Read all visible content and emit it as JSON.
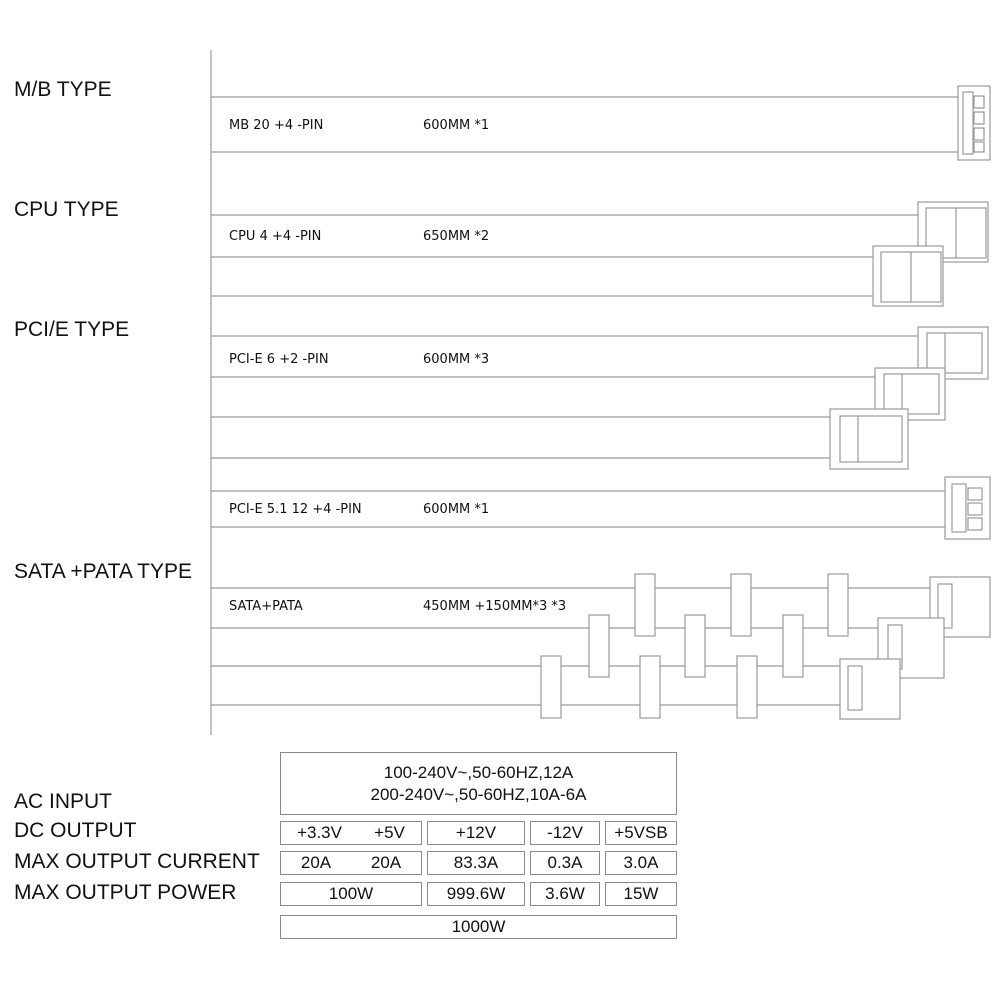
{
  "sections": {
    "mb": "M/B TYPE",
    "cpu": "CPU TYPE",
    "pcie": "PCI/E TYPE",
    "sata": "SATA +PATA TYPE"
  },
  "cables": [
    {
      "name": "MB 20 +4 -PIN",
      "length": "600MM  *1"
    },
    {
      "name": "CPU 4 +4 -PIN",
      "length": "650MM  *2"
    },
    {
      "name": "PCI-E 6 +2 -PIN",
      "length": "600MM  *3"
    },
    {
      "name": "PCI-E 5.1 12 +4 -PIN",
      "length": "600MM  *1"
    },
    {
      "name": "SATA+PATA",
      "length": "450MM +150MM*3  *3"
    }
  ],
  "specs": {
    "labels": {
      "ac_input": "AC INPUT",
      "dc_output": "DC OUTPUT",
      "max_current": "MAX OUTPUT CURRENT",
      "max_power": "MAX OUTPUT POWER"
    },
    "ac_input": [
      "100-240V~,50-60HZ,12A",
      "200-240V~,50-60HZ,10A-6A"
    ],
    "dc_output": {
      "v33": "+3.3V",
      "v5": "+5V",
      "v12": "+12V",
      "vneg12": "-12V",
      "v5vsb": "+5VSB"
    },
    "current": {
      "v33": "20A",
      "v5": "20A",
      "v12": "83.3A",
      "vneg12": "0.3A",
      "v5vsb": "3.0A"
    },
    "power": {
      "combined_33_5": "100W",
      "v12": "999.6W",
      "vneg12": "3.6W",
      "v5vsb": "15W"
    },
    "total": "1000W"
  }
}
